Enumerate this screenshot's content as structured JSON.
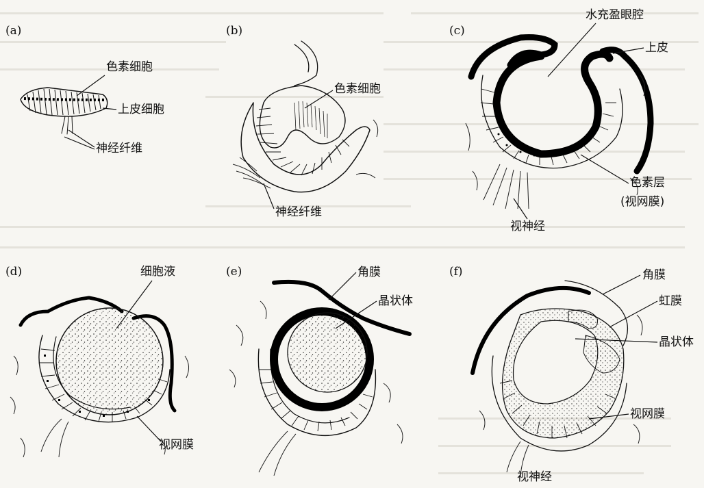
{
  "panels": [
    {
      "tag": "(a)",
      "labels": [
        "色素细胞",
        "上皮细胞",
        "神经纤维"
      ]
    },
    {
      "tag": "(b)",
      "labels": [
        "色素细胞",
        "神经纤维"
      ]
    },
    {
      "tag": "(c)",
      "labels": [
        "水充盈眼腔",
        "上皮",
        "色素层",
        "(视网膜)",
        "视神经"
      ]
    },
    {
      "tag": "(d)",
      "labels": [
        "细胞液",
        "视网膜"
      ]
    },
    {
      "tag": "(e)",
      "labels": [
        "角膜",
        "晶状体"
      ]
    },
    {
      "tag": "(f)",
      "labels": [
        "角膜",
        "虹膜",
        "晶状体",
        "视网膜",
        "视神经"
      ]
    }
  ]
}
